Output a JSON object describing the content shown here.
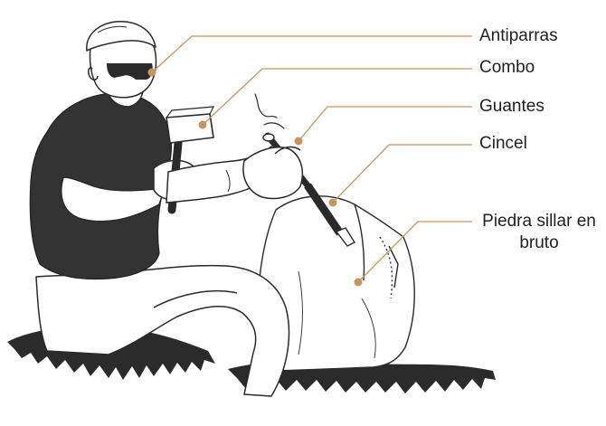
{
  "colors": {
    "leader": "#c7955e",
    "ink": "#2a2a2a",
    "shirt": "#333333",
    "grass": "#2b2b2b",
    "background": "#ffffff"
  },
  "labels": {
    "antiparras": "Antiparras",
    "combo": "Combo",
    "guantes": "Guantes",
    "cincel": "Cincel",
    "piedra_line1": "Piedra sillar en",
    "piedra_line2": "bruto"
  }
}
